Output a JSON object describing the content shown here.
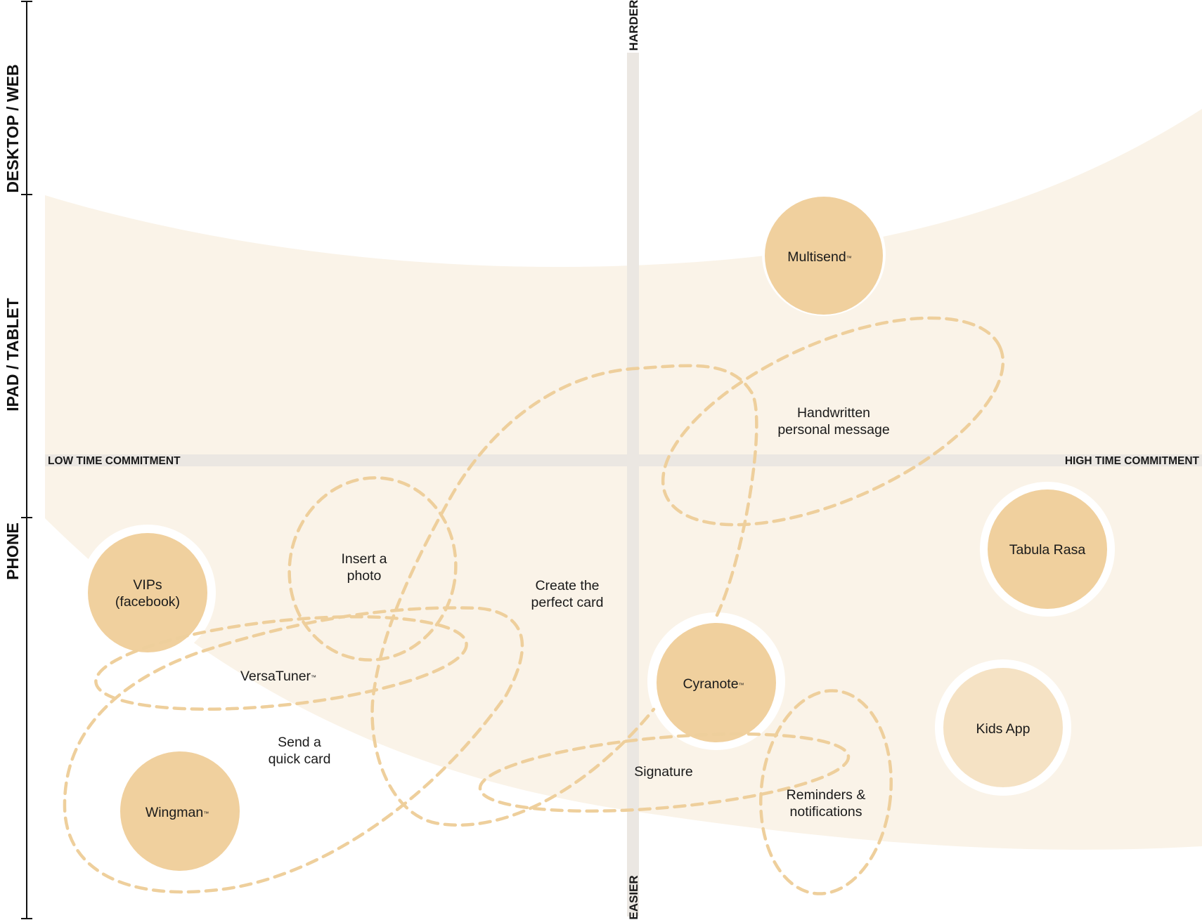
{
  "colors": {
    "band": "#faf3e8",
    "axis": "#ebe7e2",
    "node_fill": "#f0d09e",
    "node_fill_light": "#f5e2c4",
    "loop_stroke": "#eecf9c",
    "text": "#1a1a1a"
  },
  "vertical_axis": {
    "top_label": "HARDER",
    "bottom_label": "EASIER"
  },
  "horizontal_axis": {
    "left_label": "LOW TIME COMMITMENT",
    "right_label": "HIGH TIME COMMITMENT"
  },
  "platform_labels": {
    "desktop": "DESKTOP / WEB",
    "tablet": "IPAD / TABLET",
    "phone": "PHONE"
  },
  "features": {
    "multisend": {
      "name": "Multisend",
      "tm": "™"
    },
    "tabula_rasa": {
      "line1": "Tabula Rasa"
    },
    "vips": {
      "line1": "VIPs",
      "line2": "(facebook)"
    },
    "cyranote": {
      "name": "Cyranote",
      "tm": "™"
    },
    "kids_app": {
      "line1": "Kids App"
    },
    "wingman": {
      "name": "Wingman",
      "tm": "™"
    }
  },
  "tasks": {
    "handwritten": {
      "line1": "Handwritten",
      "line2": "personal message"
    },
    "insert_photo": {
      "line1": "Insert a",
      "line2": "photo"
    },
    "create_card": {
      "line1": "Create the",
      "line2": "perfect card"
    },
    "versatuner": {
      "name": "VersaTuner",
      "tm": "™"
    },
    "send_quick": {
      "line1": "Send a",
      "line2": "quick card"
    },
    "signature": {
      "line1": "Signature"
    },
    "reminders": {
      "line1": "Reminders &",
      "line2": "notifications"
    }
  }
}
